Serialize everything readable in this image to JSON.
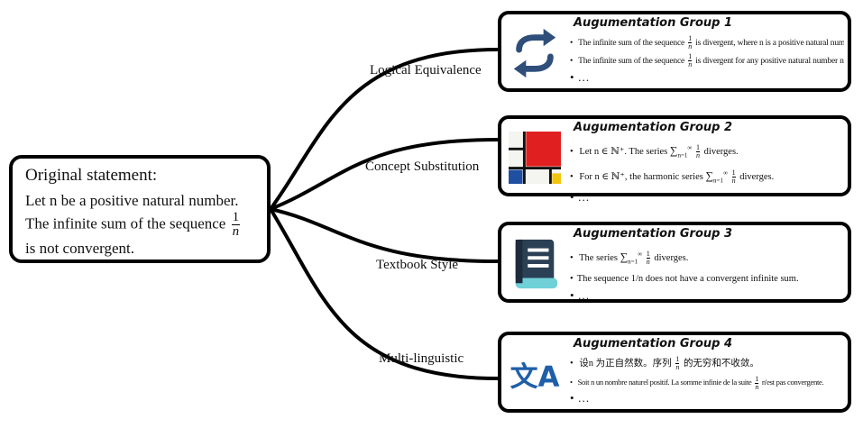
{
  "original": {
    "title": "Original statement:",
    "line1": "Let n be a positive natural number.",
    "line2": "The infinite sum of the sequence",
    "frac_num": "1",
    "frac_den": "n",
    "line3": "is not convergent."
  },
  "branches": [
    {
      "label": "Logical Equivalence"
    },
    {
      "label": "Concept Substitution"
    },
    {
      "label": "Textbook Style"
    },
    {
      "label": "Multi-linguistic"
    }
  ],
  "groups": [
    {
      "title": "Augumentation Group 1",
      "icon": "refresh-arrows-icon",
      "items": [
        {
          "before": "The infinite sum of the sequence",
          "frac_num": "1",
          "frac_den": "n",
          "after": "is divergent, where n is a positive natural number."
        },
        {
          "before": "The infinite sum of the sequence",
          "frac_num": "1",
          "frac_den": "n",
          "after": "is divergent for any positive natural number n."
        }
      ],
      "ellipsis": "…"
    },
    {
      "title": "Augumentation Group 2",
      "icon": "mondrian-painting-icon",
      "items": [
        {
          "before": "Let n ∈ ℕ⁺. The series",
          "sum_sub": "n=1",
          "sum_sup": "∞",
          "frac_num": "1",
          "frac_den": "n",
          "after": "diverges."
        },
        {
          "before": "For n ∈ ℕ⁺, the harmonic series",
          "sum_sub": "n=1",
          "sum_sup": "∞",
          "frac_num": "1",
          "frac_den": "n",
          "after": "diverges."
        }
      ],
      "ellipsis": "…"
    },
    {
      "title": "Augumentation Group 3",
      "icon": "book-icon",
      "items": [
        {
          "before": "The series",
          "sum_sub": "n=1",
          "sum_sup": "∞",
          "frac_num": "1",
          "frac_den": "n",
          "after": "diverges."
        },
        {
          "text": "The sequence 1/n does not have a convergent infinite sum."
        }
      ],
      "ellipsis": "…"
    },
    {
      "title": "Augumentation Group 4",
      "icon": "translate-icon",
      "icon_text": "文A",
      "items": [
        {
          "before": "设n 为正自然数。序列",
          "frac_num": "1",
          "frac_den": "n",
          "after": "的无穷和不收敛。"
        },
        {
          "before": "Soit n un nombre naturel positif. La somme infinie de la suite",
          "frac_num": "1",
          "frac_den": "n",
          "after": "n'est pas convergente."
        }
      ],
      "ellipsis": "…"
    }
  ],
  "colors": {
    "icon_blue": "#2f4f7a",
    "mondrian_red": "#e02020",
    "book_dark": "#2b3f55",
    "book_teal": "#6fd0d8"
  }
}
